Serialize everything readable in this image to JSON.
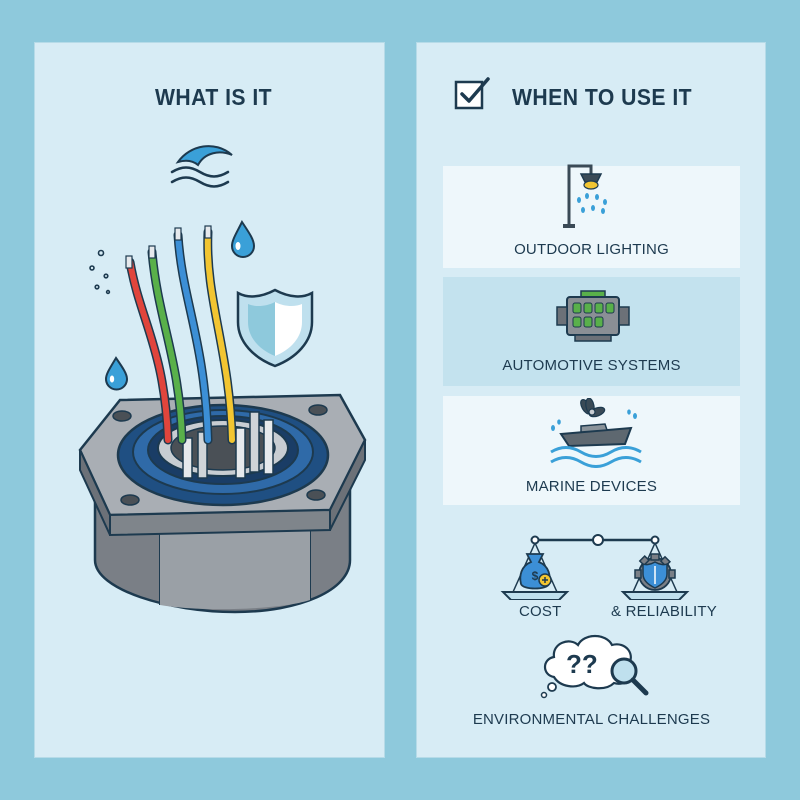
{
  "left_panel": {
    "title": "WHAT IS IT"
  },
  "right_panel": {
    "title": "WHEN TO USE IT",
    "uses": [
      {
        "label": "OUTDOOR LIGHTING",
        "icon": "street-lamp-icon"
      },
      {
        "label": "AUTOMOTIVE SYSTEMS",
        "icon": "engine-icon"
      },
      {
        "label": "MARINE DEVICES",
        "icon": "boat-icon"
      }
    ],
    "tradeoff": {
      "left_label": "COST",
      "right_label": "& RELIABILITY"
    },
    "challenges": {
      "label": "ENVIRONMENTAL CHALLENGES"
    }
  },
  "colors": {
    "background": "#8ec9dc",
    "panel": "#d7ecf5",
    "text": "#1d3a4f",
    "wire_red": "#e0453c",
    "wire_green": "#59b04a",
    "wire_blue": "#3c8fd6",
    "wire_yellow": "#f2c531",
    "water": "#3aa0d8"
  }
}
